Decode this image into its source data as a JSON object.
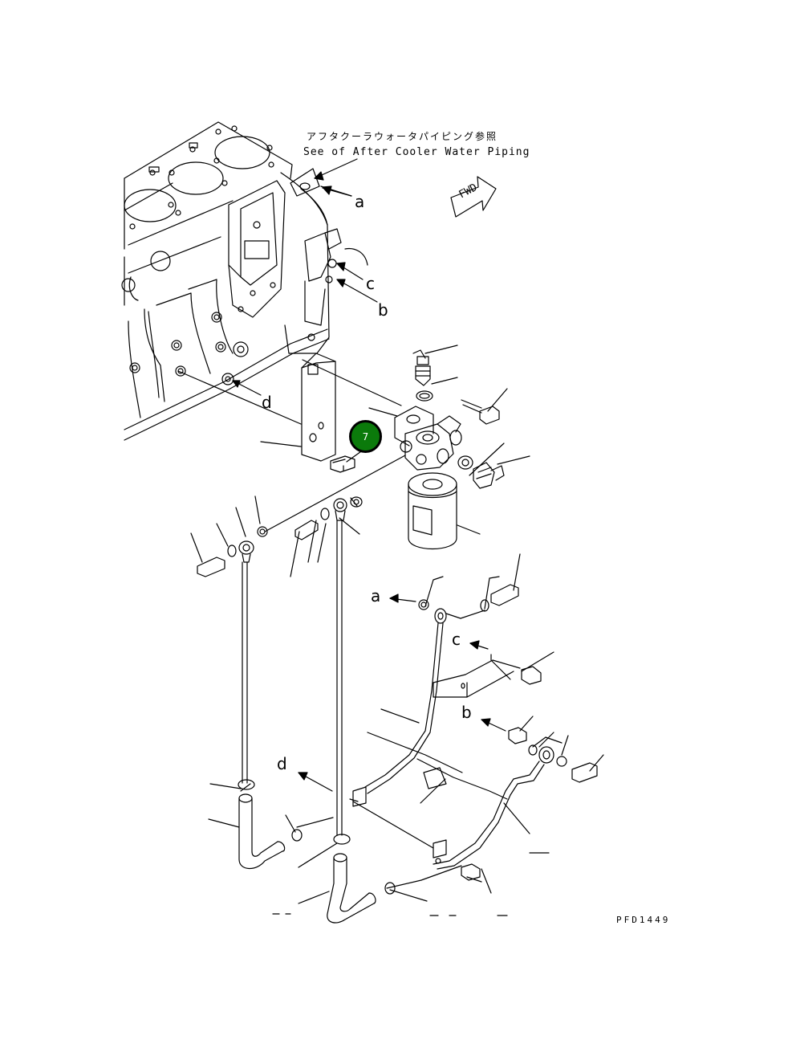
{
  "reference_note": {
    "japanese": "アフタクーラウォータパイピング参照",
    "english": "See of After Cooler Water Piping"
  },
  "direction_marker": {
    "label": "FWD"
  },
  "connection_labels": {
    "a_top": "a",
    "c_top": "c",
    "b_top": "b",
    "d_top": "d",
    "a_bottom": "a",
    "c_bottom": "c",
    "b_bottom": "b",
    "d_bottom": "d"
  },
  "callout": {
    "number": "7",
    "color": "#0b7a0b"
  },
  "drawing_code": "PFD1449"
}
